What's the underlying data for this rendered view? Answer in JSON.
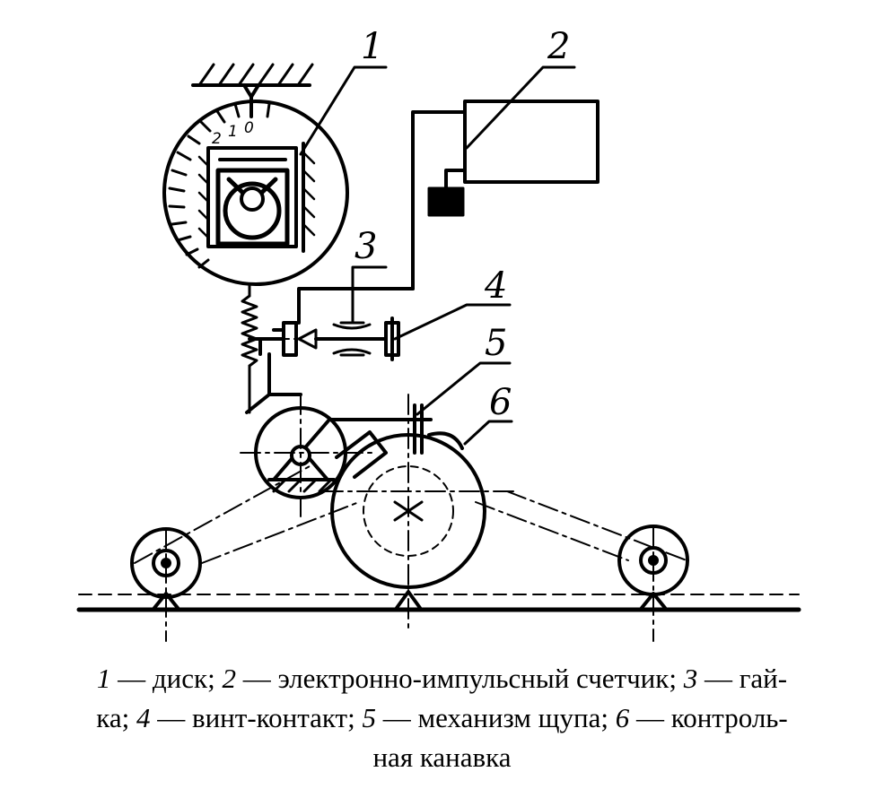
{
  "callouts": {
    "c1": "1",
    "c2": "2",
    "c3": "3",
    "c4": "4",
    "c5": "5",
    "c6": "6"
  },
  "dial": {
    "left": "2",
    "mid": "1",
    "right": "0"
  },
  "caption": {
    "n1": "1",
    "t1": "— диск;",
    "n2": "2",
    "t2": "— электронно-импульсный счетчик;",
    "n3": "3",
    "t3": "— гай-",
    "t3b": "ка;",
    "n4": "4",
    "t4": "— винт-контакт;",
    "n5": "5",
    "t5": "— механизм щупа;",
    "n6": "6",
    "t6": "— контроль-",
    "t6b": "ная канавка"
  }
}
